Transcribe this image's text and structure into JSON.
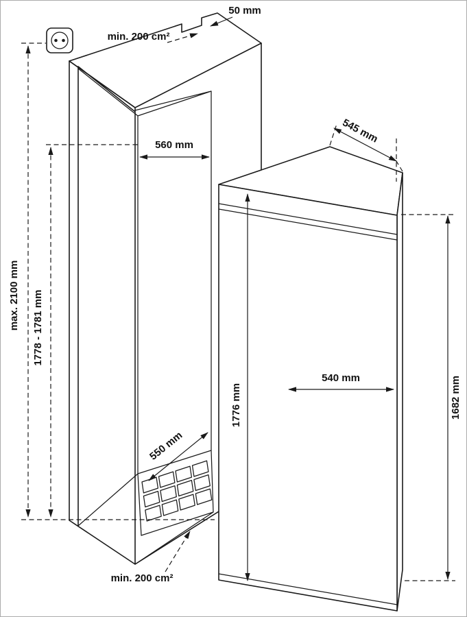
{
  "labels": {
    "top_vent": "min. 200 cm²",
    "top_gap": "50 mm",
    "niche_width": "560 mm",
    "niche_depth": "550 mm",
    "niche_height": "1778 - 1781 mm",
    "max_height": "max. 2100 mm",
    "bottom_vent": "min. 200 cm²",
    "appliance_height": "1776 mm",
    "appliance_width": "540 mm",
    "appliance_depth": "545 mm",
    "appliance_side_height": "1682 mm"
  },
  "icons": {
    "power_socket": "rounded-square-socket-with-two-pin-holes"
  },
  "colors": {
    "line": "#1a1a1a",
    "background": "#ffffff",
    "border": "#ababab"
  }
}
